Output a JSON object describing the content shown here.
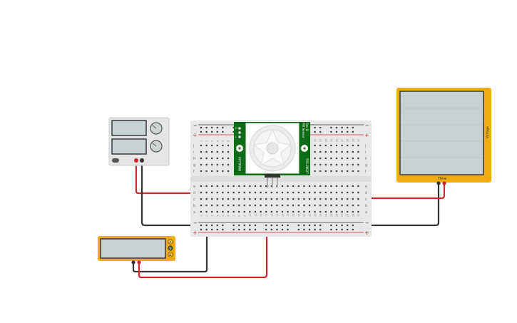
{
  "canvas": {
    "background": "#ffffff"
  },
  "power_supply": {
    "body_color": "#e4e5e6",
    "lcd_color": "#c8d1d4",
    "knob_color": "#cfd3d4"
  },
  "breadboard": {
    "body_color": "#e7e8e9",
    "rail_plus_color": "#d1262b",
    "rail_minus_color": "#333333",
    "plus_symbol": "+",
    "minus_symbol": "−",
    "row_letters_top": [
      "j",
      "i",
      "h",
      "g",
      "f"
    ],
    "row_letters_bottom": [
      "e",
      "d",
      "c",
      "b",
      "a"
    ],
    "column_numbers": [
      "1",
      "2",
      "3",
      "4",
      "5",
      "6",
      "7",
      "8",
      "9",
      "10",
      "11",
      "12",
      "13",
      "14",
      "15",
      "16",
      "17",
      "18",
      "19",
      "20",
      "21",
      "22",
      "23",
      "24",
      "25",
      "26",
      "27",
      "28",
      "29",
      "30"
    ]
  },
  "pir_sensor": {
    "pcb_color": "#0f6a16",
    "brand_label": "PARALLAX",
    "side_label_1": "PIR Sensor",
    "side_label_2": "Rev B",
    "part_number": "555-28027",
    "pin_labels": [
      "H",
      "L"
    ]
  },
  "oscilloscope": {
    "frame_color": "#f0ac0e",
    "screen_color": "#c7d0d3",
    "x_axis_label": "Time",
    "y_axis_label": "Voltage"
  },
  "multimeter": {
    "frame_color": "#f0ac0e",
    "screen_color": "#c7d0d3",
    "mode_buttons": [
      "A",
      "V",
      "Ω"
    ]
  },
  "wires": {
    "red": "#d1262b",
    "black": "#333333"
  }
}
